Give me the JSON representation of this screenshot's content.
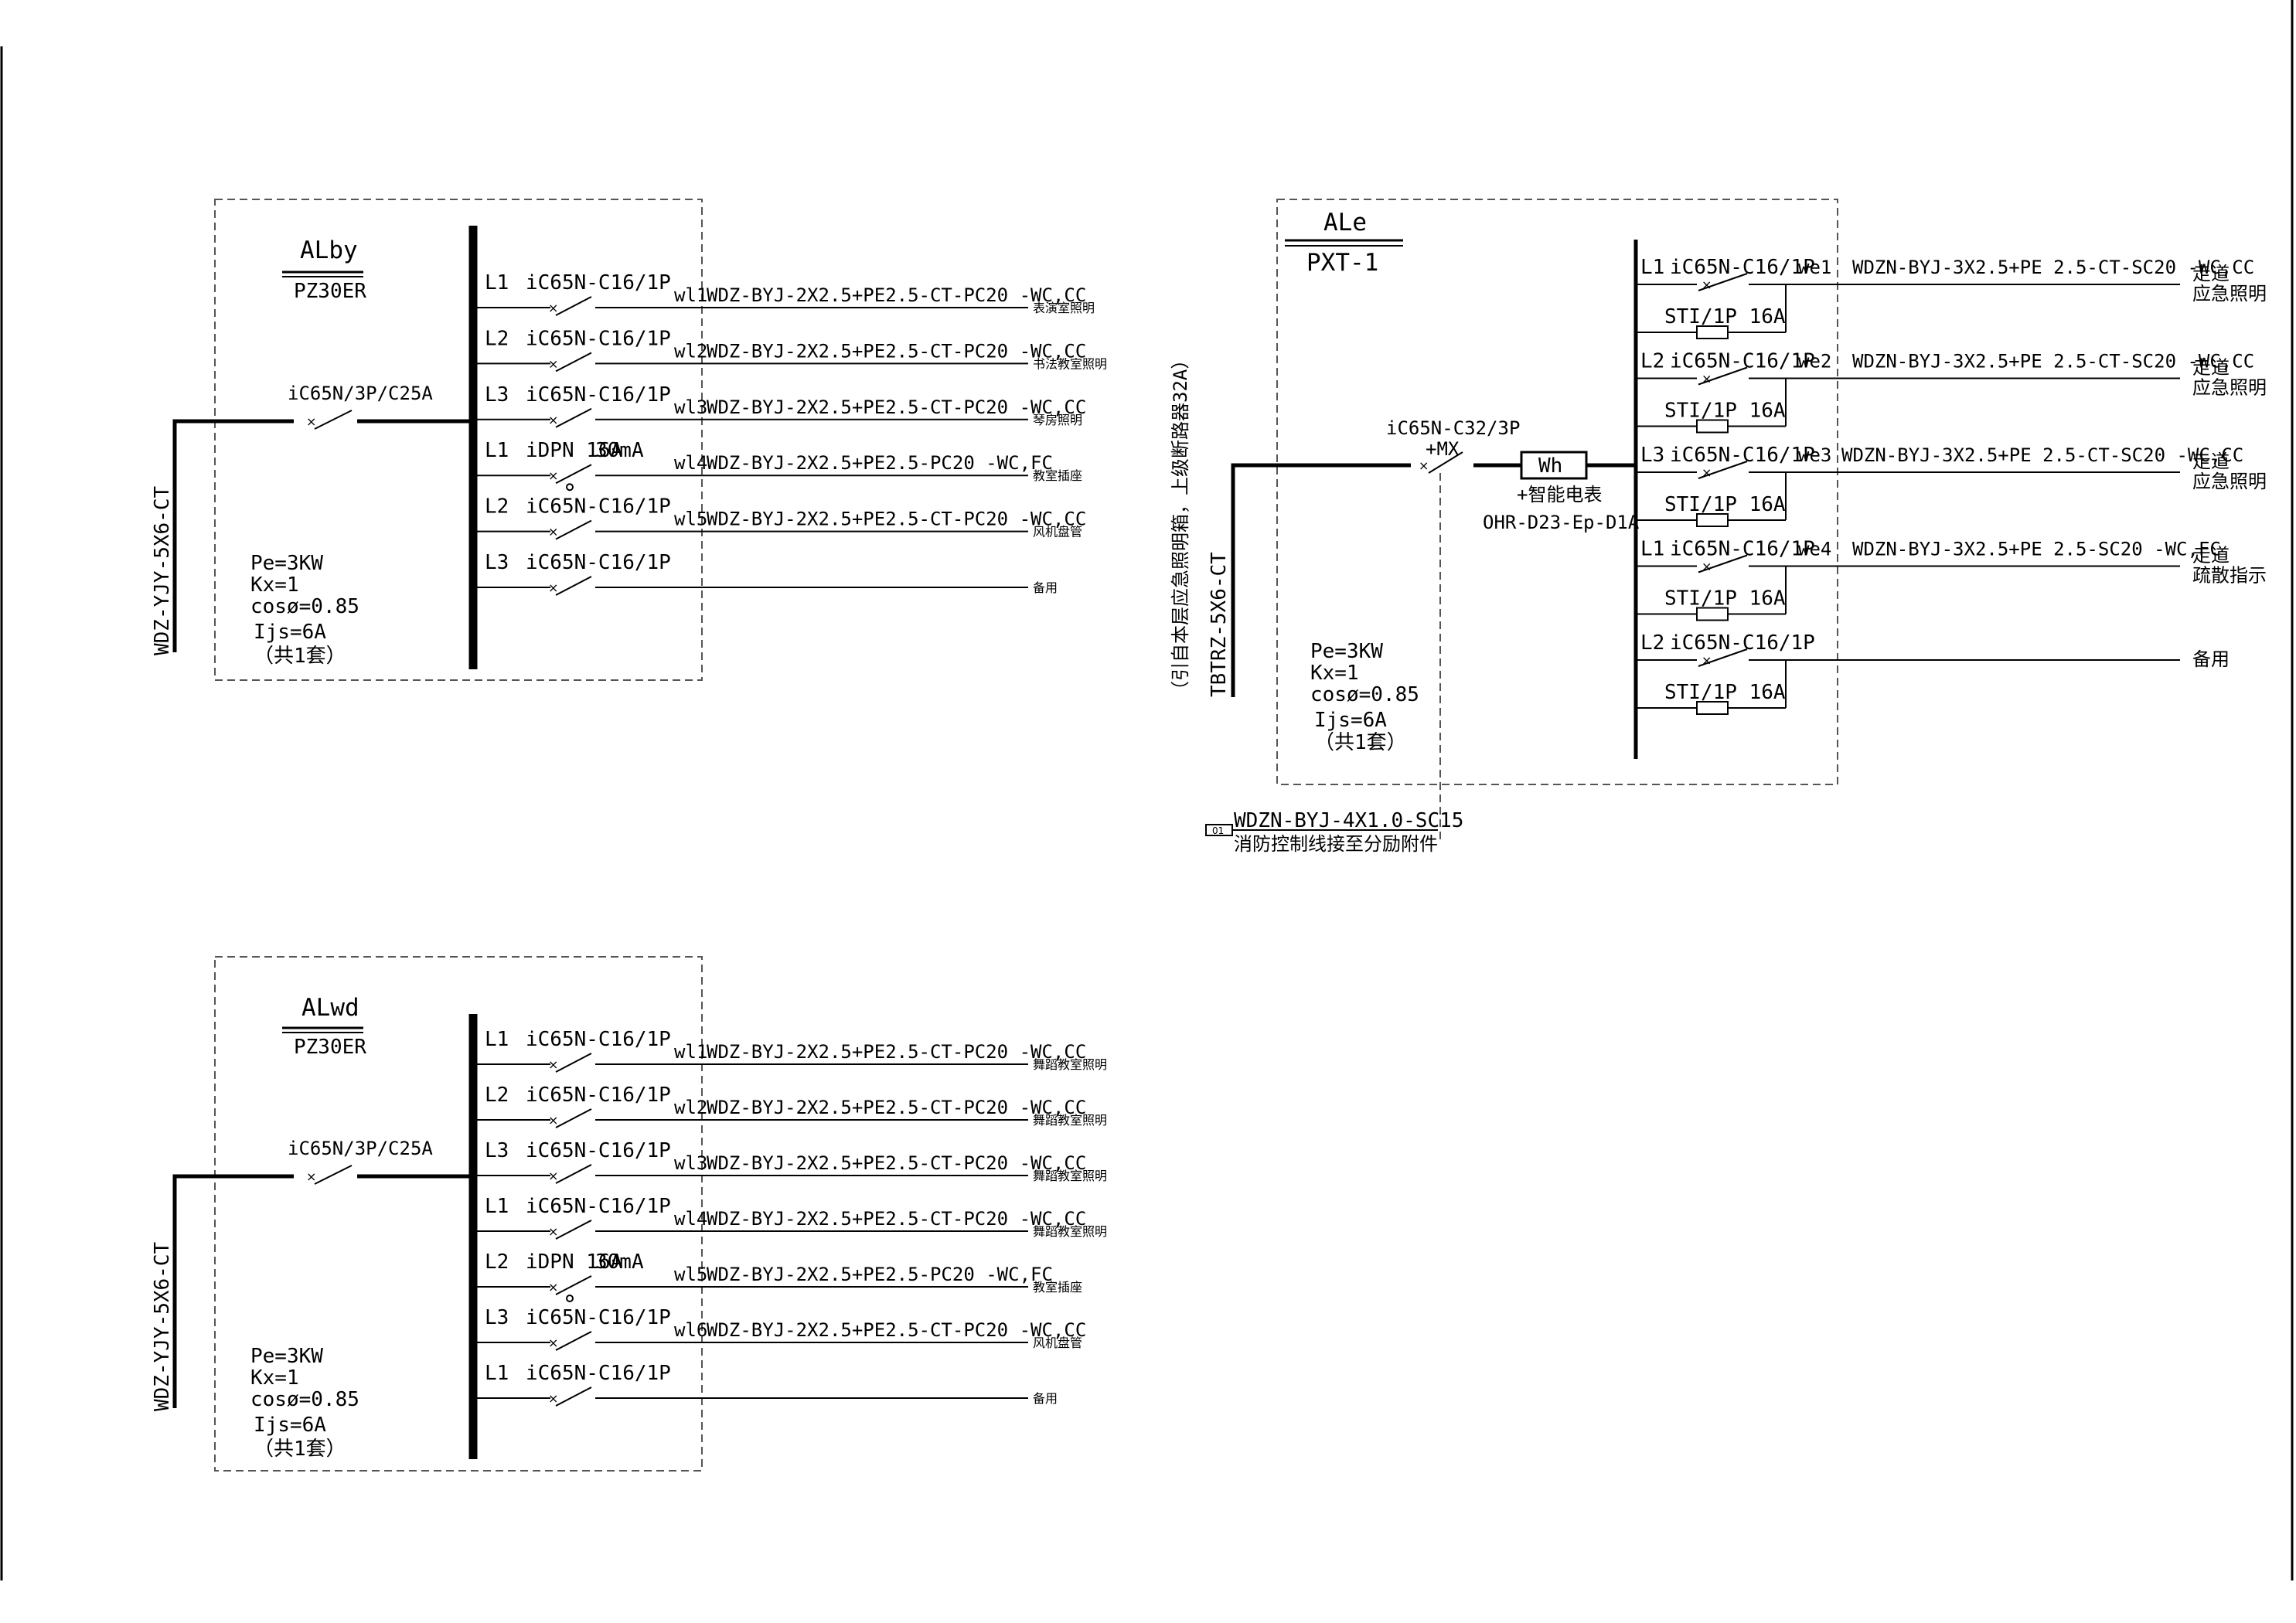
{
  "panel_alby": {
    "name": "ALby",
    "model": "PZ30ER",
    "feeder": "WDZ-YJY-5X6-CT",
    "main_breaker": "iC65N/3P/C25A",
    "params": [
      "Pe=3KW",
      "Kx=1",
      "cosø=0.85",
      "Ijs=6A",
      "（共1套）"
    ],
    "circuits": [
      {
        "phase": "L1",
        "breaker": "iC65N-C16/1P",
        "ma": "",
        "id": "wl1",
        "cable": "WDZ-BYJ-2X2.5+PE2.5-CT-PC20 -WC,CC",
        "load": "表演室照明"
      },
      {
        "phase": "L2",
        "breaker": "iC65N-C16/1P",
        "ma": "",
        "id": "wl2",
        "cable": "WDZ-BYJ-2X2.5+PE2.5-CT-PC20 -WC,CC",
        "load": "书法教室照明"
      },
      {
        "phase": "L3",
        "breaker": "iC65N-C16/1P",
        "ma": "",
        "id": "wl3",
        "cable": "WDZ-BYJ-2X2.5+PE2.5-CT-PC20 -WC,CC",
        "load": "琴房照明"
      },
      {
        "phase": "L1",
        "breaker": "iDPN 16A",
        "ma": "30mA",
        "id": "wl4",
        "cable": "WDZ-BYJ-2X2.5+PE2.5-PC20 -WC,FC",
        "load": "教室插座"
      },
      {
        "phase": "L2",
        "breaker": "iC65N-C16/1P",
        "ma": "",
        "id": "wl5",
        "cable": "WDZ-BYJ-2X2.5+PE2.5-CT-PC20 -WC,CC",
        "load": "风机盘管"
      },
      {
        "phase": "L3",
        "breaker": "iC65N-C16/1P",
        "ma": "",
        "id": "",
        "cable": "",
        "load": "备用"
      }
    ]
  },
  "panel_alwd": {
    "name": "ALwd",
    "model": "PZ30ER",
    "feeder": "WDZ-YJY-5X6-CT",
    "main_breaker": "iC65N/3P/C25A",
    "params": [
      "Pe=3KW",
      "Kx=1",
      "cosø=0.85",
      "Ijs=6A",
      "（共1套）"
    ],
    "circuits": [
      {
        "phase": "L1",
        "breaker": "iC65N-C16/1P",
        "ma": "",
        "id": "wl1",
        "cable": "WDZ-BYJ-2X2.5+PE2.5-CT-PC20 -WC,CC",
        "load": "舞蹈教室照明"
      },
      {
        "phase": "L2",
        "breaker": "iC65N-C16/1P",
        "ma": "",
        "id": "wl2",
        "cable": "WDZ-BYJ-2X2.5+PE2.5-CT-PC20 -WC,CC",
        "load": "舞蹈教室照明"
      },
      {
        "phase": "L3",
        "breaker": "iC65N-C16/1P",
        "ma": "",
        "id": "wl3",
        "cable": "WDZ-BYJ-2X2.5+PE2.5-CT-PC20 -WC,CC",
        "load": "舞蹈教室照明"
      },
      {
        "phase": "L1",
        "breaker": "iC65N-C16/1P",
        "ma": "",
        "id": "wl4",
        "cable": "WDZ-BYJ-2X2.5+PE2.5-CT-PC20 -WC,CC",
        "load": "舞蹈教室照明"
      },
      {
        "phase": "L2",
        "breaker": "iDPN 16A",
        "ma": "30mA",
        "id": "wl5",
        "cable": "WDZ-BYJ-2X2.5+PE2.5-PC20 -WC,FC",
        "load": "教室插座"
      },
      {
        "phase": "L3",
        "breaker": "iC65N-C16/1P",
        "ma": "",
        "id": "wl6",
        "cable": "WDZ-BYJ-2X2.5+PE2.5-CT-PC20 -WC,CC",
        "load": "风机盘管"
      },
      {
        "phase": "L1",
        "breaker": "iC65N-C16/1P",
        "ma": "",
        "id": "",
        "cable": "",
        "load": "备用"
      }
    ]
  },
  "panel_ale": {
    "name": "ALe",
    "model": "PXT-1",
    "feeder": "TBTRZ-5X6-CT",
    "feeder_note": "（引自本层应急照明箱，上级断路器32A）",
    "main_breaker": "iC65N-C32/3P",
    "main_breaker_aux": "+MX",
    "meter": "Wh",
    "meter_name": "+智能电表",
    "meter_model": "OHR-D23-Ep-D1A",
    "params": [
      "Pe=3KW",
      "Kx=1",
      "cosø=0.85",
      "Ijs=6A",
      "（共1套）"
    ],
    "control_tag": "01",
    "control_cable": "WDZN-BYJ-4X1.0-SC15",
    "control_note": "消防控制线接至分励附件",
    "spd": "STI/1P 16A",
    "circuits": [
      {
        "phase": "L1",
        "breaker": "iC65N-C16/1P",
        "id": "we1",
        "cable": "WDZN-BYJ-3X2.5+PE 2.5-CT-SC20 -WC,CC",
        "load1": "走道",
        "load2": "应急照明"
      },
      {
        "phase": "L2",
        "breaker": "iC65N-C16/1P",
        "id": "we2",
        "cable": "WDZN-BYJ-3X2.5+PE 2.5-CT-SC20 -WC,CC",
        "load1": "走道",
        "load2": "应急照明"
      },
      {
        "phase": "L3",
        "breaker": "iC65N-C16/1P",
        "id": "we3",
        "cable": "WDZN-BYJ-3X2.5+PE 2.5-CT-SC20 -WC,CC",
        "load1": "走道",
        "load2": "应急照明"
      },
      {
        "phase": "L1",
        "breaker": "iC65N-C16/1P",
        "id": "we4",
        "cable": "WDZN-BYJ-3X2.5+PE 2.5-SC20 -WC,FC",
        "load1": "走道",
        "load2": "疏散指示"
      },
      {
        "phase": "L2",
        "breaker": "iC65N-C16/1P",
        "id": "",
        "cable": "",
        "load1": "备用",
        "load2": ""
      }
    ]
  }
}
